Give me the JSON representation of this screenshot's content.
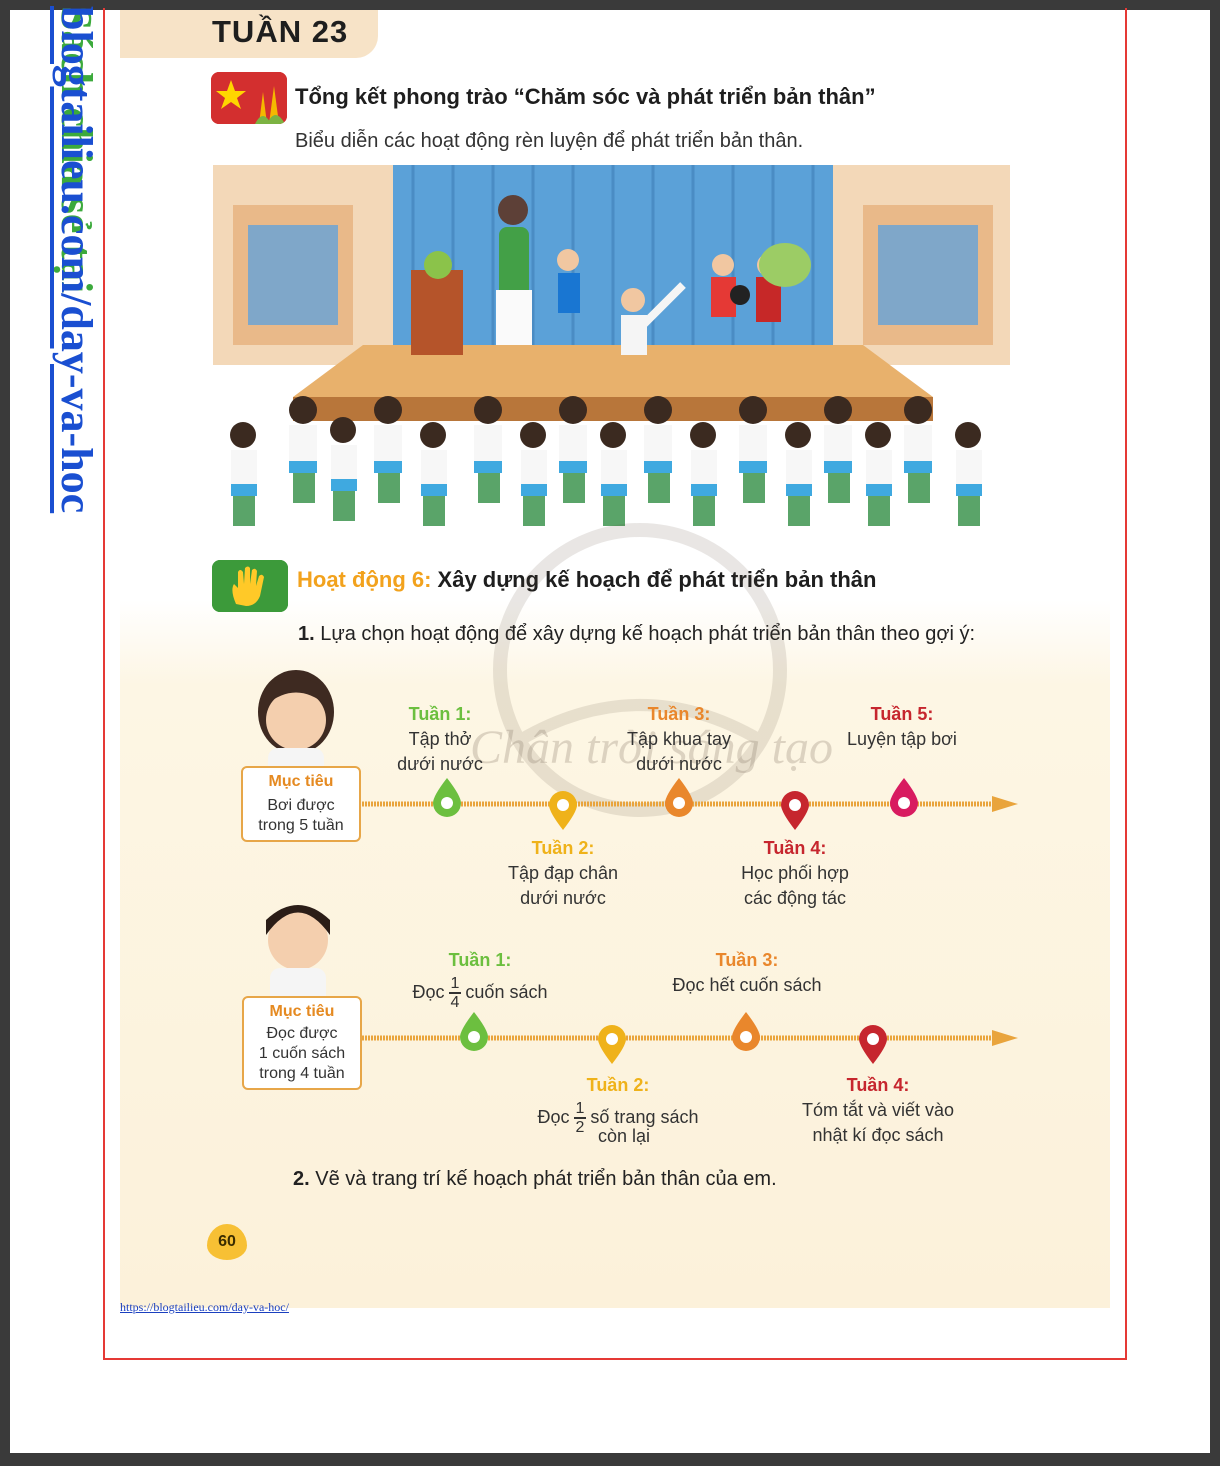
{
  "sidebar": {
    "prefix": "Sách chia sẻ tại ",
    "link": "blogtailieu.com/day-va-hoc"
  },
  "header": {
    "week": "TUẦN 23"
  },
  "section": {
    "title": "Tổng kết phong trào “Chăm sóc và phát triển bản thân”",
    "subtitle": "Biểu diễn các hoạt động rèn luyện để phát triển bản thân."
  },
  "activity": {
    "label": "Hoạt động 6:",
    "title": " Xây dựng kế hoạch để phát triển bản thân"
  },
  "question1": {
    "num": "1.",
    "text": " Lựa chọn hoạt động để xây dựng kế hoạch phát triển bản thân theo gợi ý:"
  },
  "watermark": {
    "text": "Chân trời sáng tạo"
  },
  "plan1": {
    "goal_title": "Mục tiêu",
    "goal_line1": "Bơi được",
    "goal_line2": "trong 5 tuần",
    "weeks": [
      {
        "label": "Tuần 1:",
        "line1": "Tập thở",
        "line2": "dưới nước"
      },
      {
        "label": "Tuần 2:",
        "line1": "Tập đạp chân",
        "line2": "dưới nước"
      },
      {
        "label": "Tuần 3:",
        "line1": "Tập khua tay",
        "line2": "dưới nước"
      },
      {
        "label": "Tuần 4:",
        "line1": "Học phối hợp",
        "line2": "các động tác"
      },
      {
        "label": "Tuần 5:",
        "line1": "Luyện tập bơi"
      }
    ]
  },
  "plan2": {
    "goal_title": "Mục tiêu",
    "goal_line1": "Đọc được",
    "goal_line2": "1 cuốn sách",
    "goal_line3": "trong 4 tuần",
    "weeks": [
      {
        "label": "Tuần 1:",
        "pre": "Đọc",
        "num": "1",
        "den": "4",
        "post": "cuốn sách"
      },
      {
        "label": "Tuần 2:",
        "pre": "Đọc",
        "num": "1",
        "den": "2",
        "post": "số trang sách",
        "line2": "còn lại"
      },
      {
        "label": "Tuần 3:",
        "line1": "Đọc hết cuốn sách"
      },
      {
        "label": "Tuần 4:",
        "line1": "Tóm tắt và viết vào",
        "line2": "nhật kí đọc sách"
      }
    ]
  },
  "question2": {
    "num": "2.",
    "text": " Vẽ và trang trí kế hoạch phát triển bản thân của em."
  },
  "page_number": "60",
  "footer_link": "https://blogtailieu.com/day-va-hoc/",
  "colors": {
    "green": "#6cbf3f",
    "yellow": "#efb21a",
    "orange": "#e9872c",
    "red": "#c6262e",
    "pink": "#d81b60",
    "frame": "#e53935"
  }
}
